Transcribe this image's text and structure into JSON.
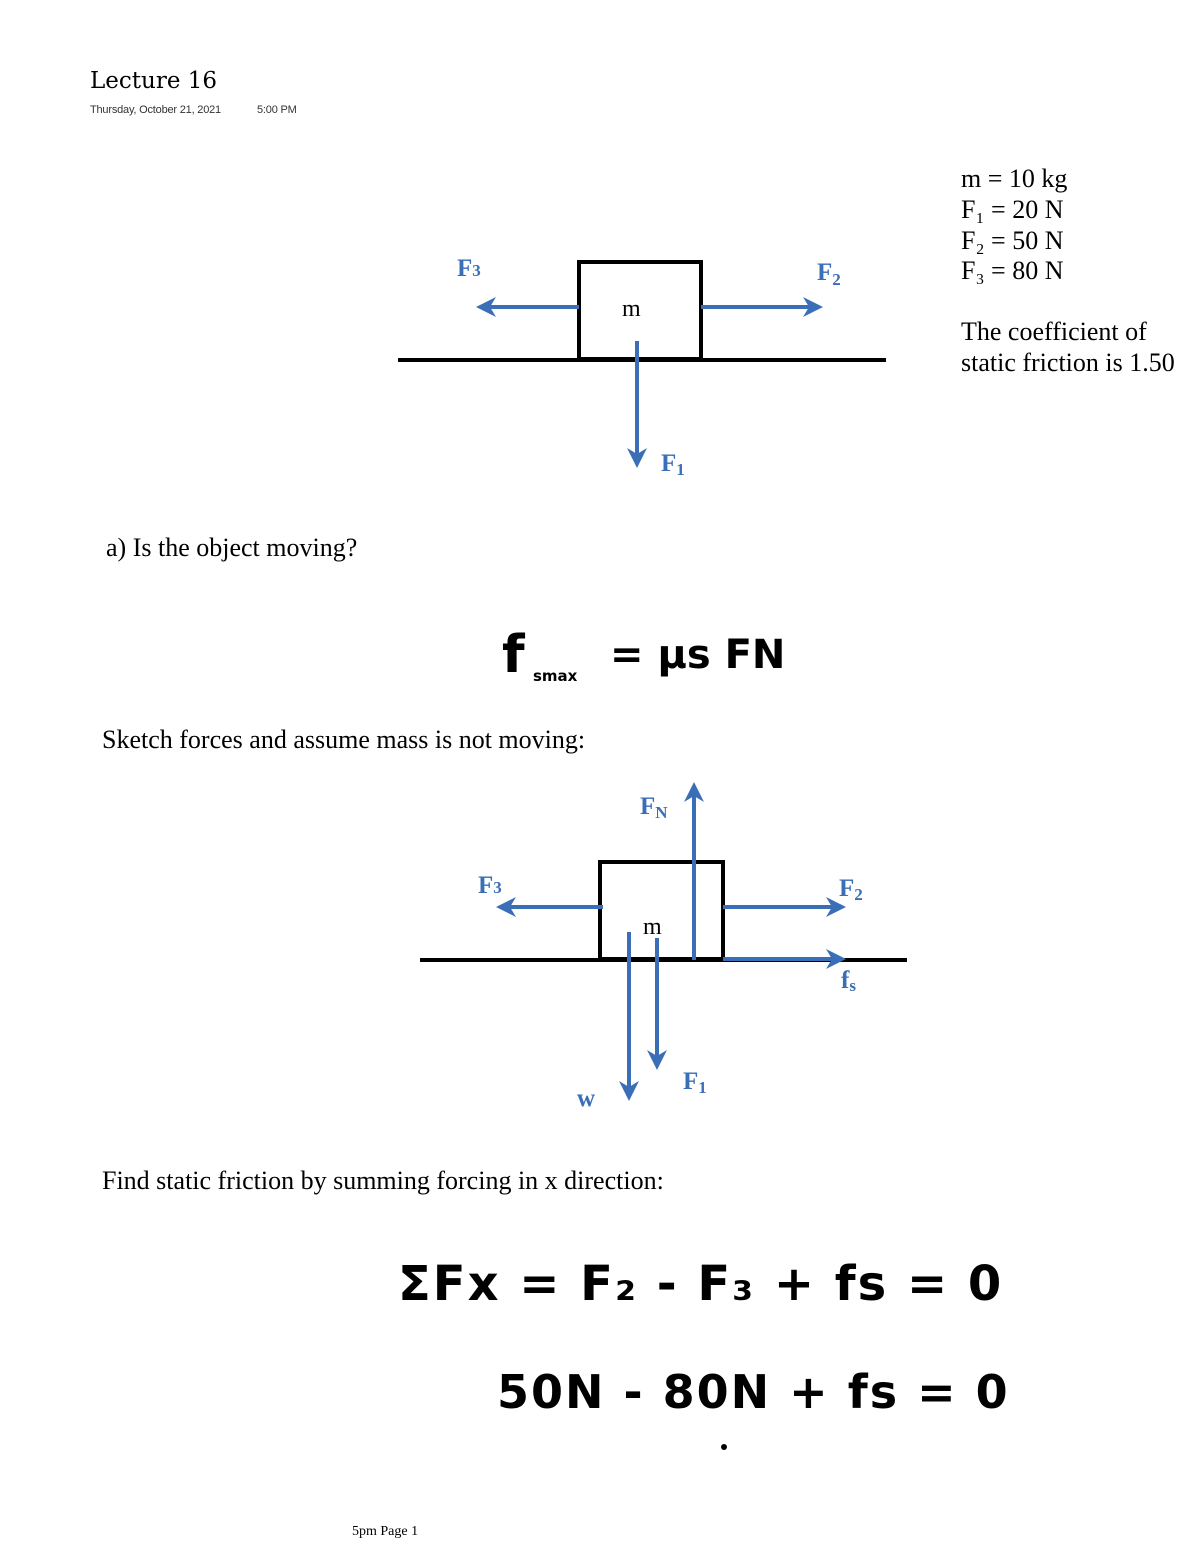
{
  "header": {
    "title": "Lecture 16",
    "date": "Thursday, October 21, 2021",
    "time": "5:00 PM"
  },
  "given": {
    "mass": "m = 10 kg",
    "f1": "F₁ = 20 N",
    "f2": "F₂ = 50 N",
    "f3": "F₃ = 80 N",
    "friction_line1": "The coefficient of",
    "friction_line2": "static friction is 1.50"
  },
  "diagram1": {
    "mass_label": "m",
    "f3": "F",
    "f3_sub": "3",
    "f2": "F",
    "f2_sub": "2",
    "f1": "F",
    "f1_sub": "1"
  },
  "question_a": "a)  Is the object moving?",
  "handwritten_formula": {
    "f": "f",
    "f_sub": "smax",
    "rhs": "= μs FN"
  },
  "sketch_instruction": "Sketch forces and assume mass is not moving:",
  "diagram2": {
    "mass_label": "m",
    "fn": "F",
    "fn_sub": "N",
    "f3": "F",
    "f3_sub": "3",
    "f2": "F",
    "f2_sub": "2",
    "fs": "f",
    "fs_sub": "s",
    "w": "w",
    "f1": "F",
    "f1_sub": "1"
  },
  "find_instruction": "Find static friction by summing forcing in x direction:",
  "handwritten_eq1": "ΣFx = F₂ - F₃ + fs = 0",
  "handwritten_eq2": "50N - 80N + fs = 0",
  "footer": "5pm Page 1",
  "colors": {
    "arrow_blue": "#3a6fb8",
    "label_blue": "#3a6fb8",
    "ink": "#000000"
  }
}
